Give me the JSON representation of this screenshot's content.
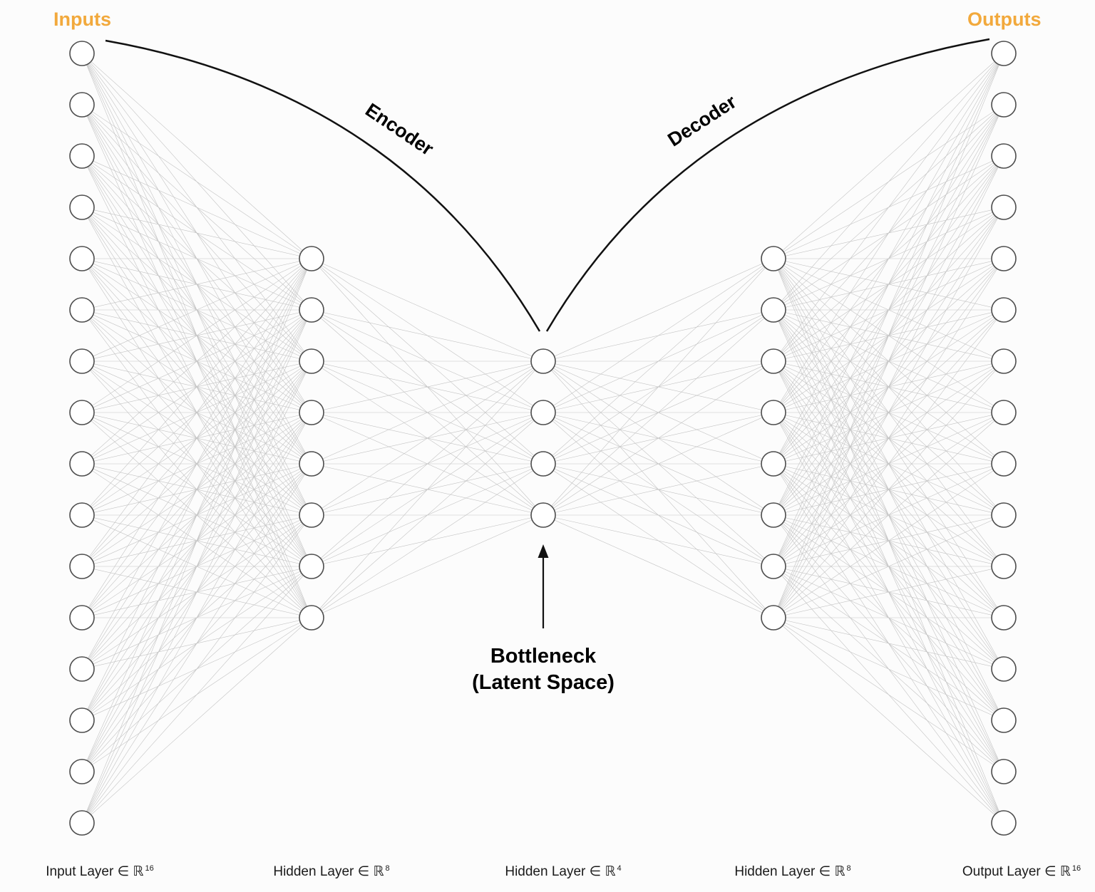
{
  "labels": {
    "inputs": "Inputs",
    "outputs": "Outputs",
    "encoder": "Encoder",
    "decoder": "Decoder",
    "bottleneck": "Bottleneck",
    "bottleneck_sub": "(Latent Space)"
  },
  "layers": [
    {
      "id": "input",
      "label": "Input Layer ∈ ℝ",
      "dim": "16",
      "nodes": 16
    },
    {
      "id": "hidden1",
      "label": "Hidden Layer ∈ ℝ",
      "dim": "8",
      "nodes": 8
    },
    {
      "id": "bottleneck",
      "label": "Hidden Layer ∈ ℝ",
      "dim": "4",
      "nodes": 4
    },
    {
      "id": "hidden2",
      "label": "Hidden Layer ∈ ℝ",
      "dim": "8",
      "nodes": 8
    },
    {
      "id": "output",
      "label": "Output Layer ∈ ℝ",
      "dim": "16",
      "nodes": 16
    }
  ],
  "colors": {
    "accent_orange": "#F2A93C",
    "node_fill": "#FFFFFF",
    "node_stroke": "#4D4D4D",
    "edge": "#C3C3C3",
    "annotation": "#111111"
  }
}
